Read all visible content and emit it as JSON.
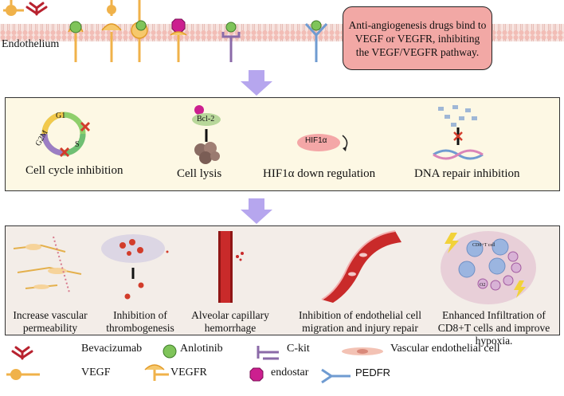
{
  "membrane": {
    "label": "Endothelium"
  },
  "callout": {
    "text": "Anti-angiogenesis drugs bind to VEGF or VEGFR, inhibiting the VEGF/VEGFR pathway."
  },
  "mechanisms": {
    "cell_cycle": {
      "label": "Cell cycle inhibition",
      "phase_g1": "G1",
      "phase_s": "S",
      "phase_g2m": "G2M"
    },
    "cell_lysis": {
      "label": "Cell lysis",
      "protein": "Bcl-2"
    },
    "hif": {
      "label": "HIF1α down regulation",
      "protein": "HIF1α"
    },
    "dna": {
      "label": "DNA repair inhibition"
    }
  },
  "effects": {
    "vascular": "Increase vascular permeability",
    "thrombo": "Inhibition of thrombogenesis",
    "hemorrhage": "Alveolar capillary hemorrhage",
    "migration": "Inhibition of endothelial cell migration and injury repair",
    "infiltration": "Enhanced Infiltration of CD8+T cells and improve hypoxia.",
    "cell_labels": {
      "cd8": "CD8+T cell",
      "o2": "O2"
    }
  },
  "legend": {
    "bevacizumab": "Bevacizumab",
    "anlotinib": "Anlotinib",
    "ckit": "C-kit",
    "vascular_cell": "Vascular endothelial cell",
    "vegf": "VEGF",
    "vegfr": "VEGFR",
    "endostar": "endostar",
    "pedfr": "PEDFR"
  },
  "colors": {
    "membrane_head": "#f2bdb6",
    "membrane_tail": "#e9c9c3",
    "callout_fill": "#f2a8a5",
    "mechanism_panel": "#fdf8e4",
    "effects_panel": "#f3ede8",
    "anlotinib_green": "#7fc45a",
    "endostar_magenta": "#cc1f8f",
    "vegf_orange": "#f0b24a",
    "bevacizumab_red": "#b8222f",
    "ckit_purple": "#8b6aa8",
    "pedfr_blue": "#6f9bd1",
    "arrow_lavender": "#b6a6ee"
  }
}
